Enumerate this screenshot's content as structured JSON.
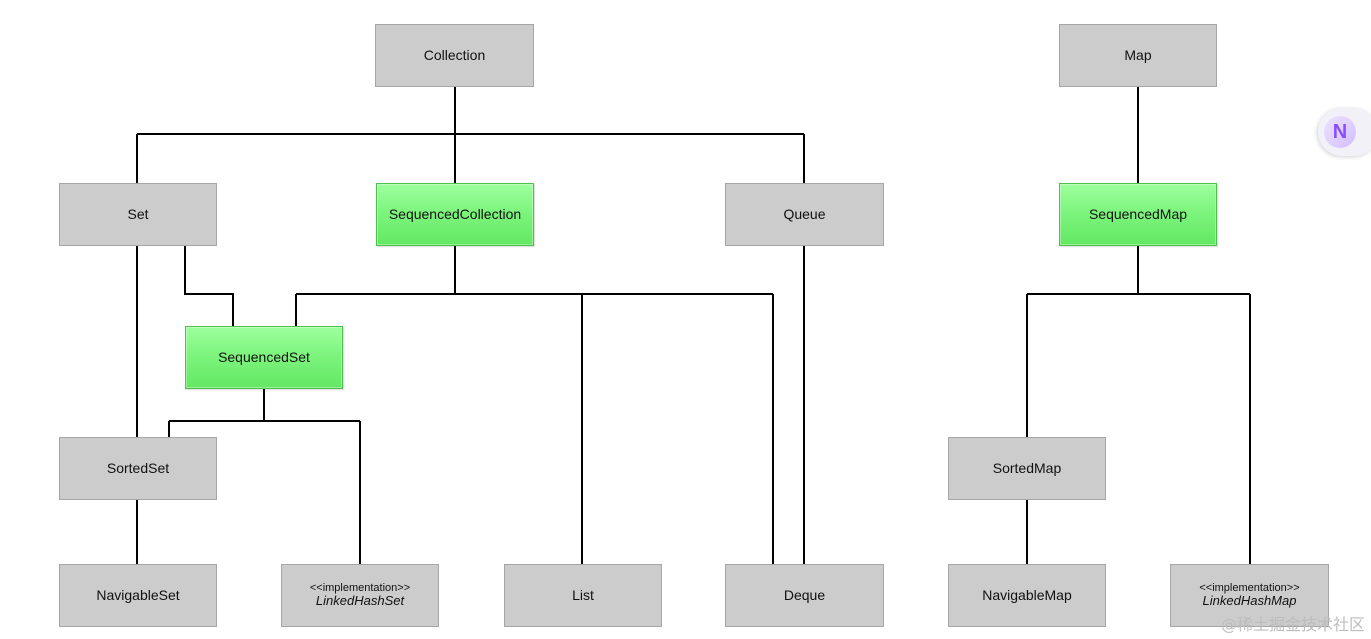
{
  "diagram": {
    "nodes": {
      "collection": {
        "label": "Collection"
      },
      "map": {
        "label": "Map"
      },
      "set": {
        "label": "Set"
      },
      "sequenced_collection": {
        "label": "SequencedCollection"
      },
      "queue": {
        "label": "Queue"
      },
      "sequenced_map": {
        "label": "SequencedMap"
      },
      "sequenced_set": {
        "label": "SequencedSet"
      },
      "sorted_set": {
        "label": "SortedSet"
      },
      "sorted_map": {
        "label": "SortedMap"
      },
      "navigable_set": {
        "label": "NavigableSet"
      },
      "linked_hash_set": {
        "stereotype": "<<implementation>>",
        "label": "LinkedHashSet"
      },
      "list": {
        "label": "List"
      },
      "deque": {
        "label": "Deque"
      },
      "navigable_map": {
        "label": "NavigableMap"
      },
      "linked_hash_map": {
        "stereotype": "<<implementation>>",
        "label": "LinkedHashMap"
      }
    },
    "edges": [
      [
        "collection",
        "set"
      ],
      [
        "collection",
        "sequenced_collection"
      ],
      [
        "collection",
        "queue"
      ],
      [
        "set",
        "sorted_set"
      ],
      [
        "set",
        "sequenced_set"
      ],
      [
        "sequenced_collection",
        "sequenced_set"
      ],
      [
        "sequenced_collection",
        "list"
      ],
      [
        "sequenced_collection",
        "deque"
      ],
      [
        "queue",
        "deque"
      ],
      [
        "sequenced_set",
        "sorted_set"
      ],
      [
        "sequenced_set",
        "linked_hash_set"
      ],
      [
        "sorted_set",
        "navigable_set"
      ],
      [
        "map",
        "sequenced_map"
      ],
      [
        "sequenced_map",
        "sorted_map"
      ],
      [
        "sequenced_map",
        "linked_hash_map"
      ],
      [
        "sorted_map",
        "navigable_map"
      ]
    ],
    "colors": {
      "node_fill": "#cccccc",
      "sequenced_fill": "#7ef57e",
      "edge": "#000000"
    }
  },
  "side_badge": {
    "icon": "app-logo-icon",
    "glyph": "N"
  },
  "watermark": {
    "text": "@稀土掘金技术社区"
  }
}
